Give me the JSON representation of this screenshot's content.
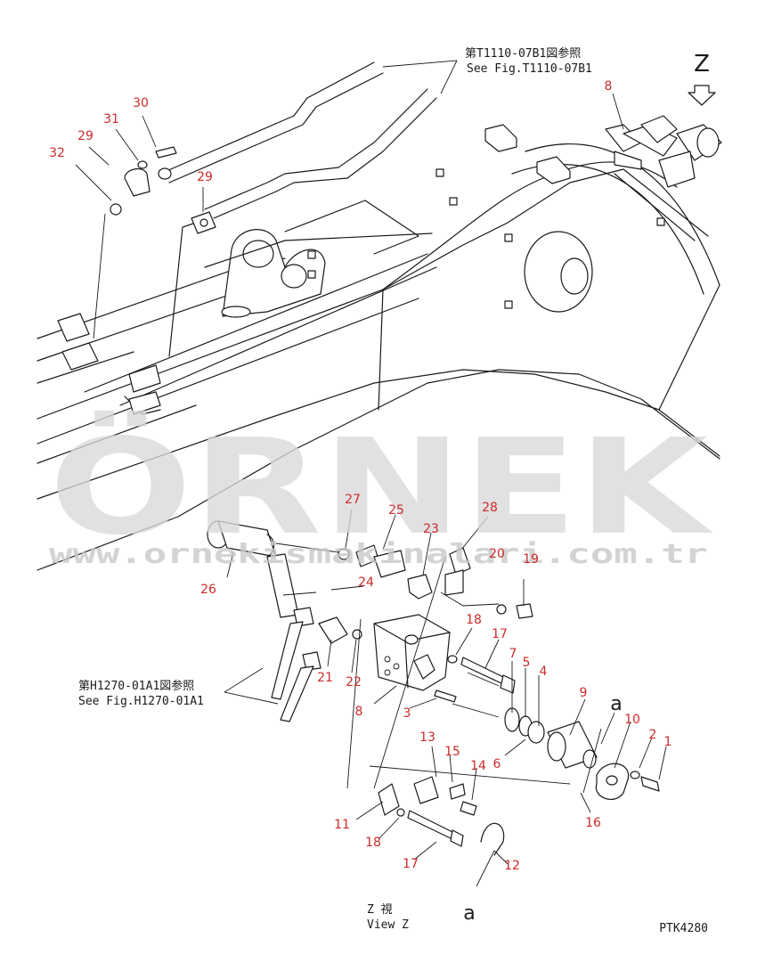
{
  "view_label": "Z",
  "figure_code": "PTK4280",
  "refs": {
    "top": {
      "jp": "第T1110-07B1図参照",
      "en": "See Fig.T1110-07B1"
    },
    "left": {
      "jp": "第H1270-01A1図参照",
      "en": "See Fig.H1270-01A1"
    }
  },
  "view_caption": {
    "jp": "Z  視",
    "en": "View Z"
  },
  "connector_label": "a",
  "watermark": {
    "brand": "ÖRNEK",
    "url": "www.ornekismakinalari.com.tr"
  },
  "colors": {
    "callout": "#cc2a2a",
    "line": "#1a1a1a",
    "watermark": "#d8d8d8"
  },
  "callouts": [
    {
      "id": "c30",
      "text": "30"
    },
    {
      "id": "c31",
      "text": "31"
    },
    {
      "id": "c29a",
      "text": "29"
    },
    {
      "id": "c32",
      "text": "32"
    },
    {
      "id": "c29b",
      "text": "29"
    },
    {
      "id": "c8a",
      "text": "8"
    },
    {
      "id": "c27",
      "text": "27"
    },
    {
      "id": "c25",
      "text": "25"
    },
    {
      "id": "c23",
      "text": "23"
    },
    {
      "id": "c28",
      "text": "28"
    },
    {
      "id": "c26",
      "text": "26"
    },
    {
      "id": "c24",
      "text": "24"
    },
    {
      "id": "c20",
      "text": "20"
    },
    {
      "id": "c19",
      "text": "19"
    },
    {
      "id": "c18a",
      "text": "18"
    },
    {
      "id": "c17a",
      "text": "17"
    },
    {
      "id": "c7",
      "text": "7"
    },
    {
      "id": "c5",
      "text": "5"
    },
    {
      "id": "c4",
      "text": "4"
    },
    {
      "id": "c21",
      "text": "21"
    },
    {
      "id": "c22",
      "text": "22"
    },
    {
      "id": "c8b",
      "text": "8"
    },
    {
      "id": "c3",
      "text": "3"
    },
    {
      "id": "c9",
      "text": "9"
    },
    {
      "id": "c10",
      "text": "10"
    },
    {
      "id": "c2",
      "text": "2"
    },
    {
      "id": "c1",
      "text": "1"
    },
    {
      "id": "c6",
      "text": "6"
    },
    {
      "id": "c16",
      "text": "16"
    },
    {
      "id": "c13",
      "text": "13"
    },
    {
      "id": "c15",
      "text": "15"
    },
    {
      "id": "c14",
      "text": "14"
    },
    {
      "id": "c11",
      "text": "11"
    },
    {
      "id": "c18b",
      "text": "18"
    },
    {
      "id": "c17b",
      "text": "17"
    },
    {
      "id": "c12",
      "text": "12"
    }
  ]
}
